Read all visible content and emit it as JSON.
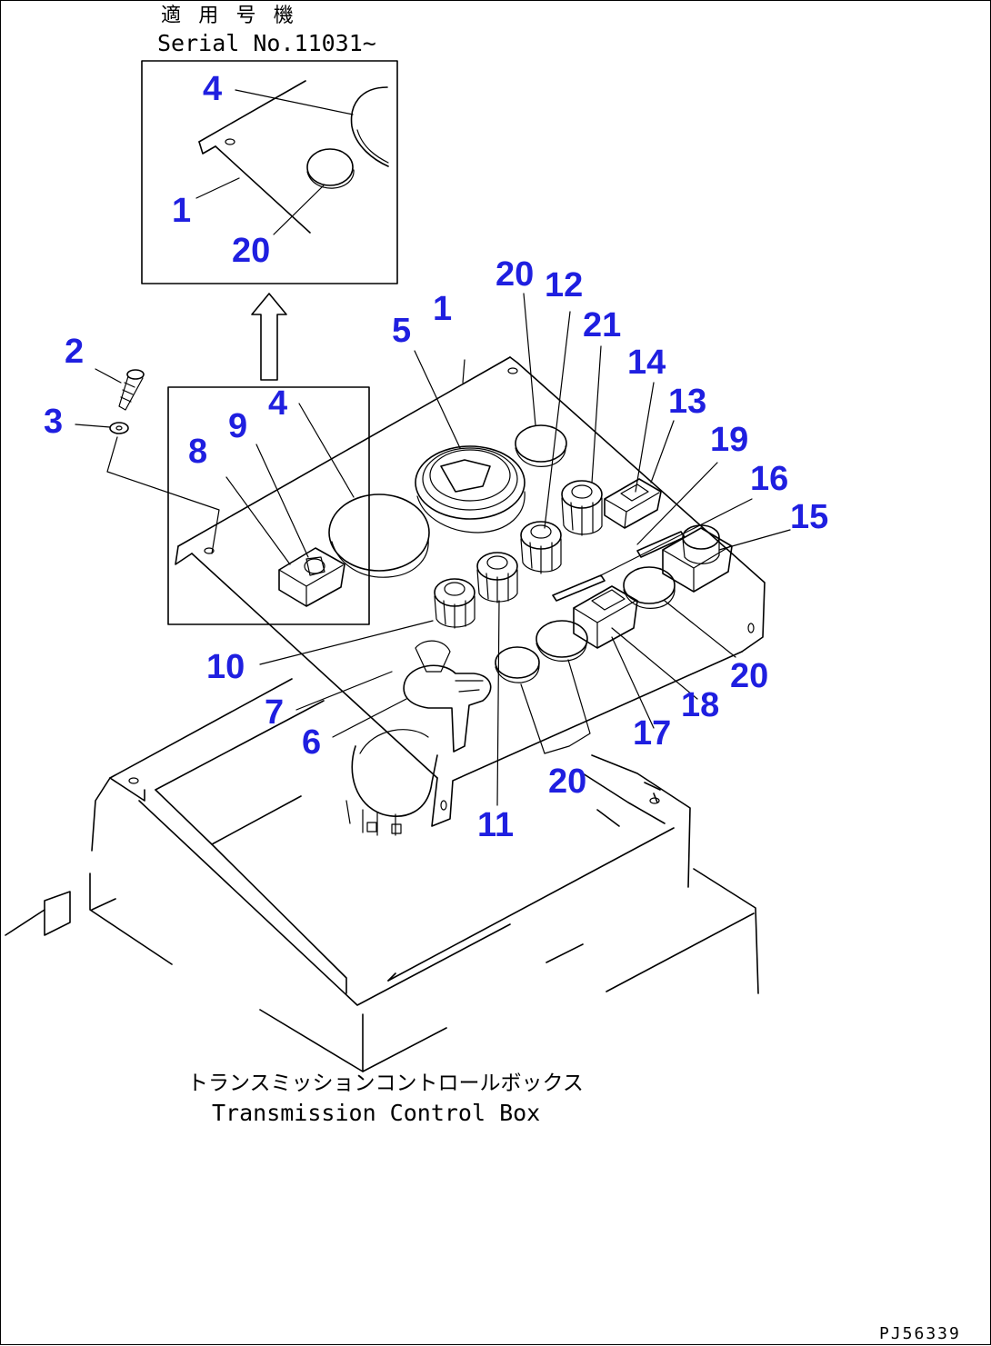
{
  "header": {
    "applicable_jp": "適 用 号 機",
    "serial": "Serial No.11031~"
  },
  "caption": {
    "jp": "トランスミッションコントロールボックス",
    "en": "Transmission Control Box"
  },
  "drawing_code": "PJ56339",
  "callouts": {
    "inset_4": "4",
    "inset_1": "1",
    "inset_20": "20",
    "c2": "2",
    "c3": "3",
    "c8": "8",
    "c9": "9",
    "c4": "4",
    "c5": "5",
    "c1": "1",
    "c20_top": "20",
    "c12": "12",
    "c21": "21",
    "c14": "14",
    "c13": "13",
    "c19": "19",
    "c16": "16",
    "c15": "15",
    "c20_right": "20",
    "c18": "18",
    "c17": "17",
    "c20_bottom": "20",
    "c11": "11",
    "c10": "10",
    "c7": "7",
    "c6": "6"
  },
  "colors": {
    "callout": "#1f1fe0",
    "line": "#000000"
  }
}
